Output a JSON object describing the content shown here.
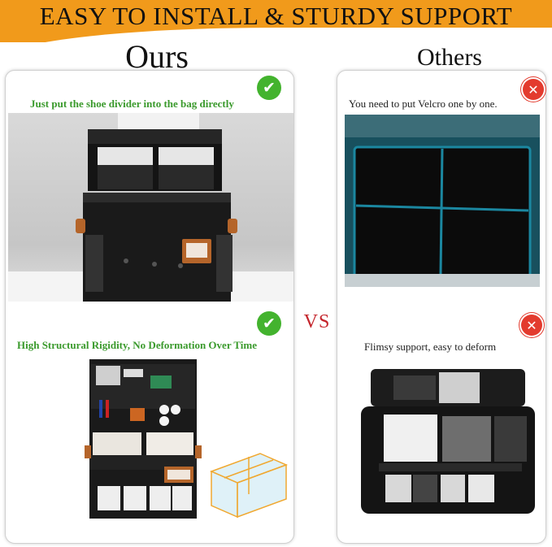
{
  "banner": {
    "title": "EASY TO INSTALL & STURDY SUPPORT",
    "color": "#f19a1b"
  },
  "ours": {
    "heading": "Ours",
    "caption_top": "Just put the shoe divider into the bag directly",
    "caption_bottom": "High Structural Rigidity, No Deformation Over Time",
    "badge_icon": "check-icon"
  },
  "vs": {
    "label": "VS",
    "color": "#c4242b"
  },
  "others": {
    "heading": "Others",
    "caption_top": "You need to put Velcro one by one.",
    "caption_bottom": "Flimsy support, easy to deform",
    "badge_icon": "close-icon"
  },
  "colors": {
    "check": "#43b32e",
    "cross": "#e33b2e",
    "caption_green": "#3a9a2c"
  }
}
